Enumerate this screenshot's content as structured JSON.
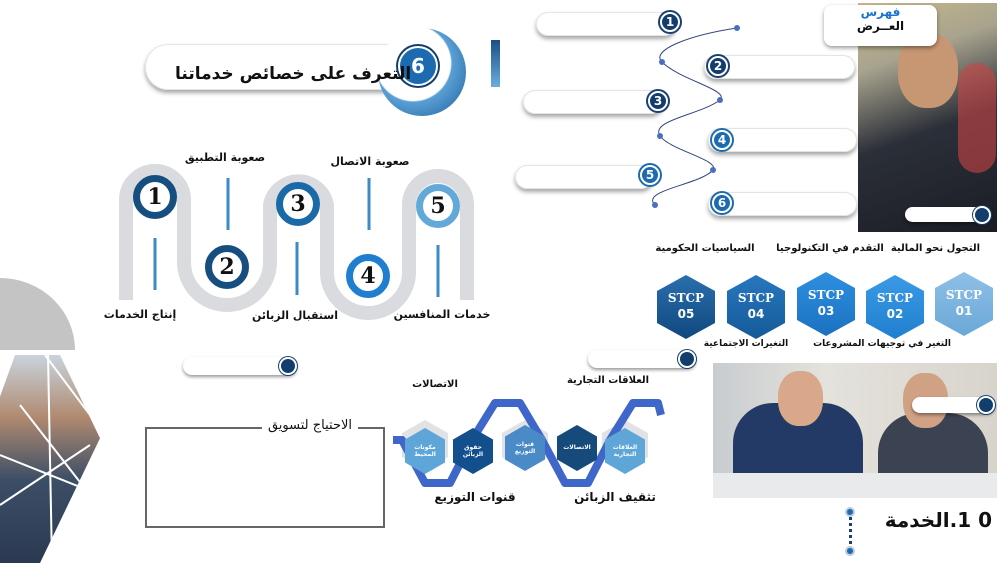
{
  "title": {
    "number": "6",
    "text": "التعرف على خصائص خدماتنا"
  },
  "index": {
    "heading": "فهرس",
    "subheading": "العــرض",
    "items": [
      "1",
      "2",
      "3",
      "4",
      "5",
      "6"
    ]
  },
  "serpentine": {
    "steps": [
      "1",
      "2",
      "3",
      "4",
      "5"
    ],
    "top_labels": [
      "صعوبة التطبيق",
      "صعوبة الاتصال"
    ],
    "bottom_labels": [
      "إنتاج الخدمات",
      "استقبال الزبائن",
      "خدمات المنافسين"
    ]
  },
  "stcp": {
    "hexes": [
      {
        "prefix": "STCP",
        "num": "05"
      },
      {
        "prefix": "STCP",
        "num": "04"
      },
      {
        "prefix": "STCP",
        "num": "03"
      },
      {
        "prefix": "STCP",
        "num": "02"
      },
      {
        "prefix": "STCP",
        "num": "01"
      }
    ],
    "top_labels": [
      "التجول نحو المالية",
      "التقدم في التكنولوجيا",
      "السياسيات الحكومية"
    ],
    "bottom_labels": [
      "التغير في توجيهات المشروعات",
      "التغيرات الاجتماعية"
    ]
  },
  "chain": {
    "hexes": [
      "مكونات المحيط",
      "حقوق الزبائن",
      "قنوات التوزيع",
      "الاتصالات",
      "العلاقات التجارية"
    ],
    "top_labels": [
      "الاتصالات",
      "العلاقات التجارية"
    ],
    "bottom_labels": [
      "قنوات التوزيع",
      "تثقيف الزبائن"
    ]
  },
  "marketing": {
    "title": "الاحتياج لتسويق"
  },
  "service": {
    "title": "0 1.الخدمة"
  },
  "colors": {
    "dark": "#123e6e",
    "mid": "#1c6bb0",
    "light": "#5ea6d6",
    "chain": "#3f66c9"
  }
}
